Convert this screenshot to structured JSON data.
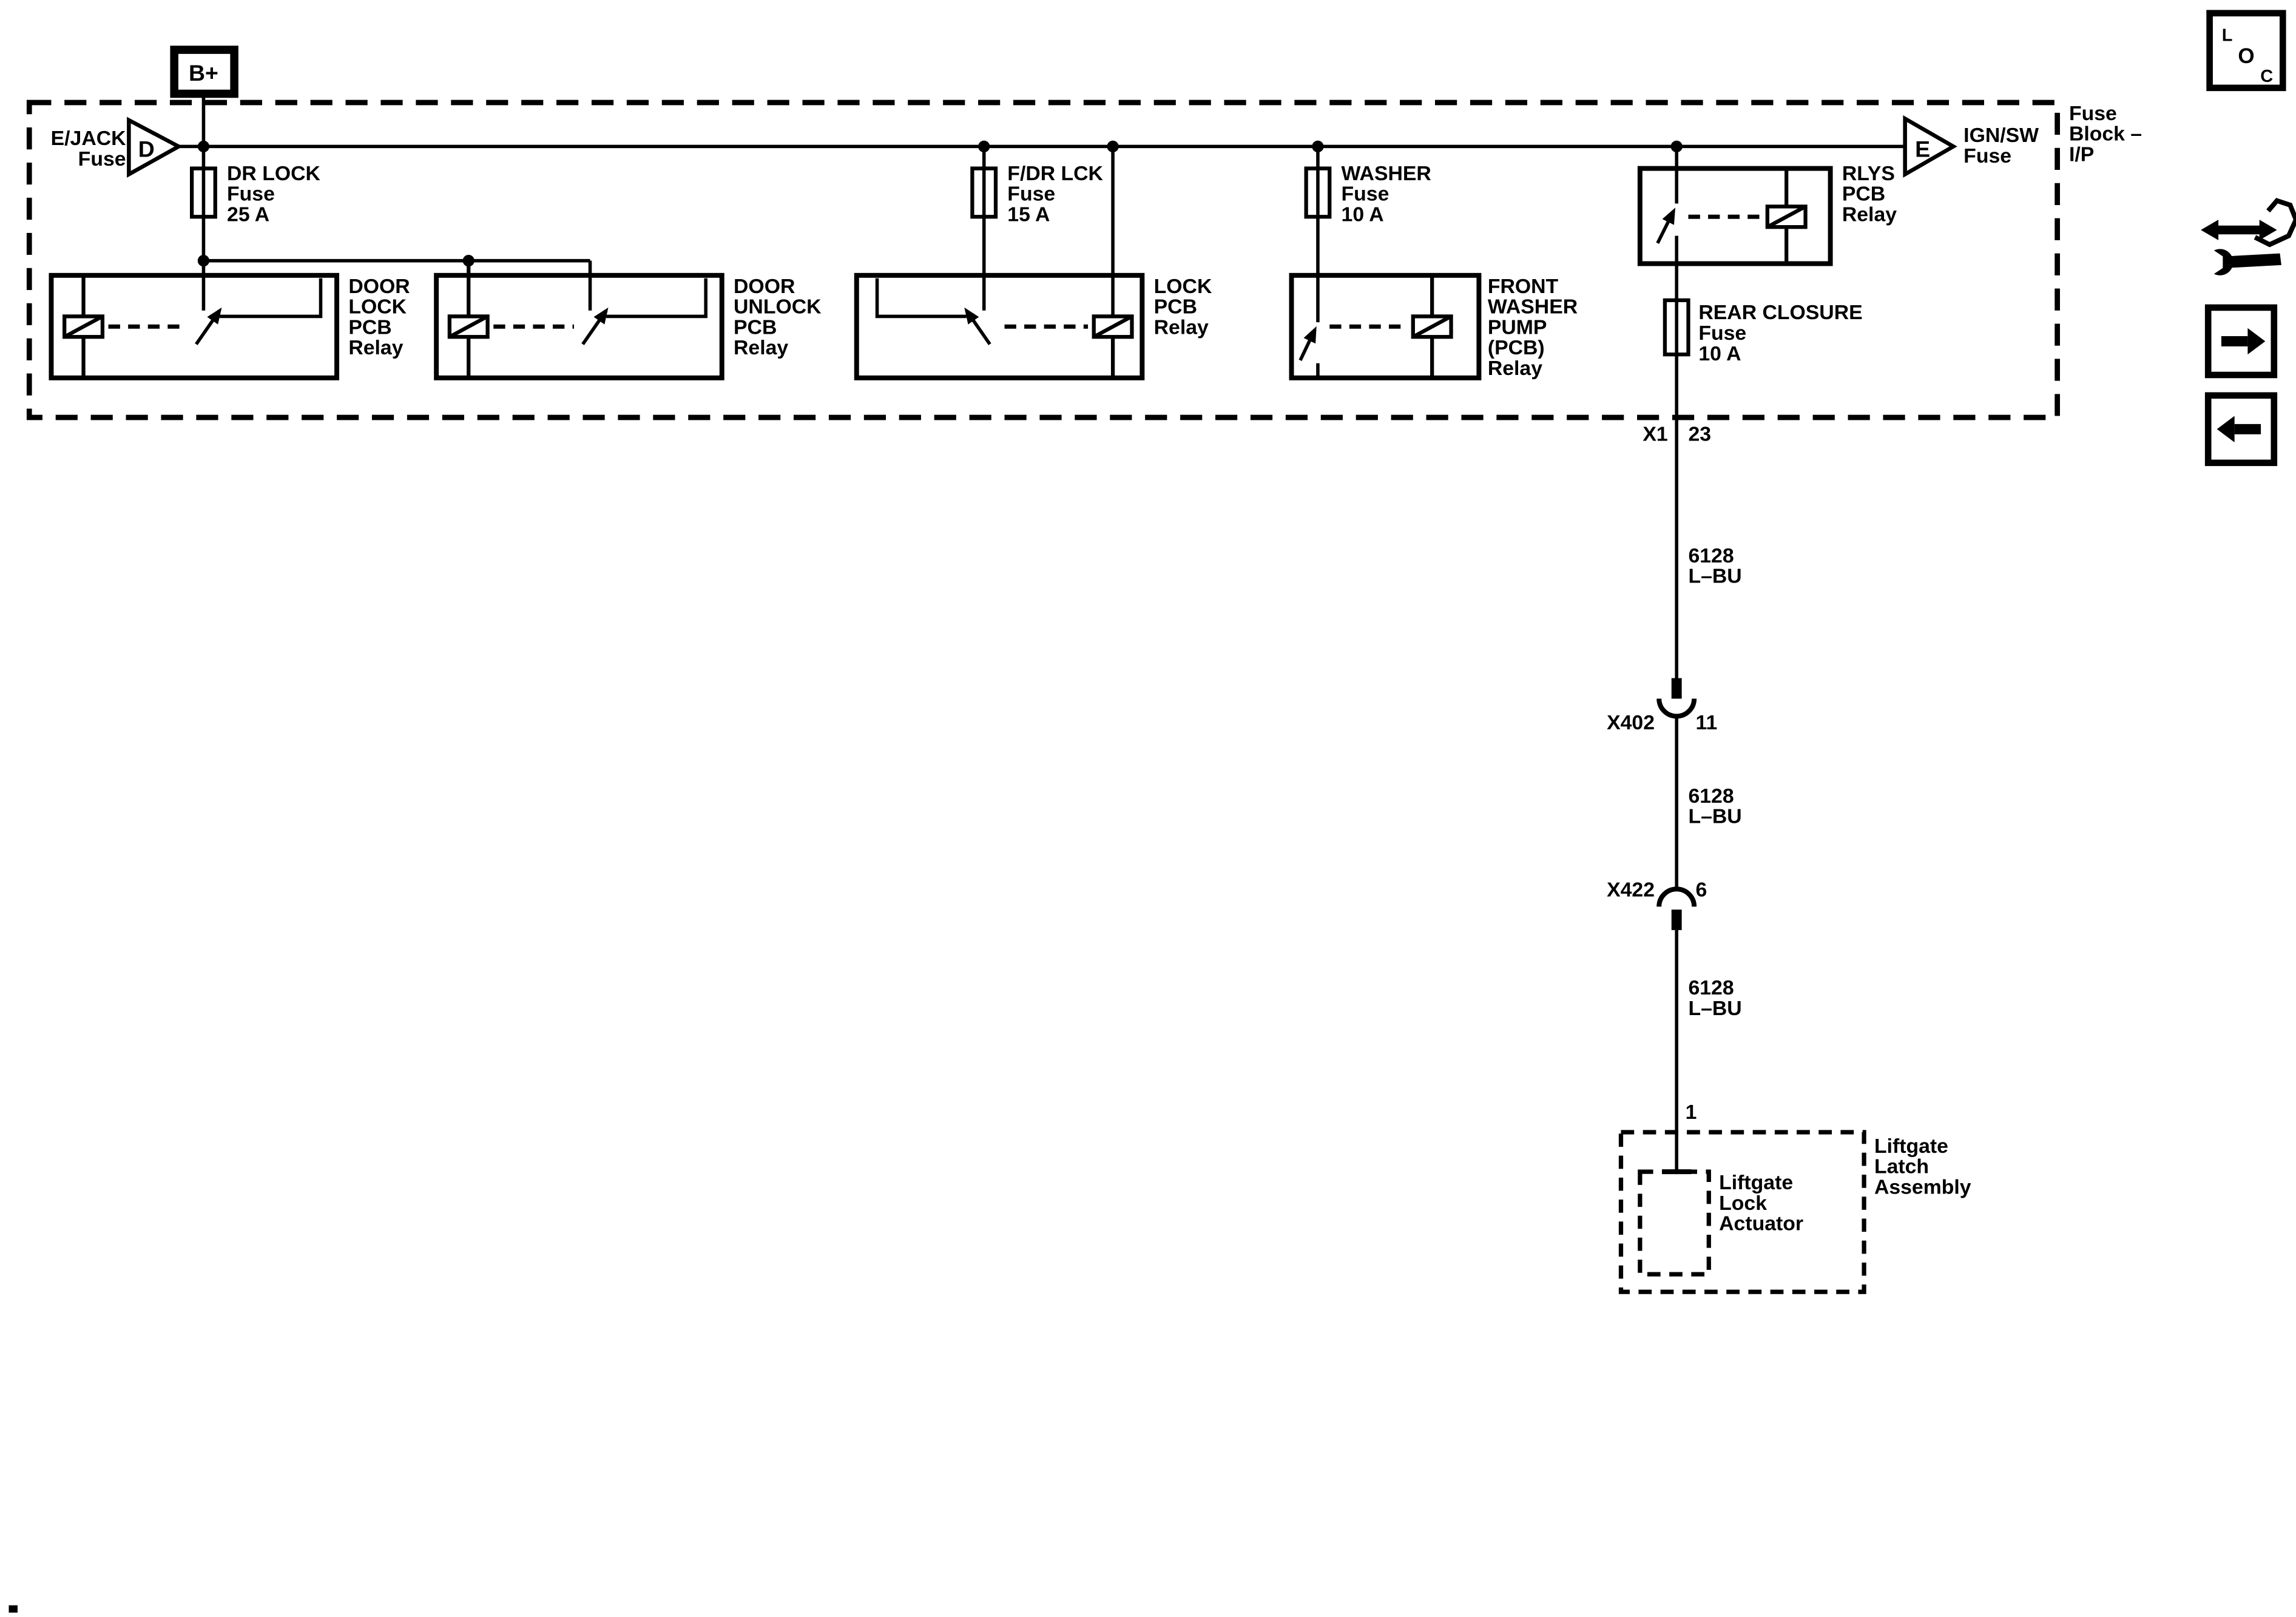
{
  "diagram": {
    "power_terminal": "B+",
    "source_triangle_left": {
      "letter": "D",
      "label": [
        "E/JACK",
        "Fuse"
      ]
    },
    "source_triangle_right": {
      "letter": "E",
      "label": [
        "IGN/SW",
        "Fuse"
      ]
    },
    "fuse_block_label": [
      "Fuse",
      "Block –",
      "I/P"
    ],
    "fuses": {
      "dr_lock": [
        "DR LOCK",
        "Fuse",
        "25 A"
      ],
      "f_dr_lck": [
        "F/DR LCK",
        "Fuse",
        "15 A"
      ],
      "washer": [
        "WASHER",
        "Fuse",
        "10 A"
      ],
      "rear_closure": [
        "REAR CLOSURE",
        "Fuse",
        "10 A"
      ]
    },
    "relays": {
      "door_lock": [
        "DOOR",
        "LOCK",
        "PCB",
        "Relay"
      ],
      "door_unlock": [
        "DOOR",
        "UNLOCK",
        "PCB",
        "Relay"
      ],
      "lock": [
        "LOCK",
        "PCB",
        "Relay"
      ],
      "front_washer": [
        "FRONT",
        "WASHER",
        "PUMP",
        "(PCB)",
        "Relay"
      ],
      "rlys": [
        "RLYS",
        "PCB",
        "Relay"
      ]
    },
    "harness": {
      "x1": {
        "name": "X1",
        "pin": "23"
      },
      "wire1": [
        "6128",
        "L–BU"
      ],
      "x402": {
        "name": "X402",
        "pin": "11"
      },
      "wire2": [
        "6128",
        "L–BU"
      ],
      "x422": {
        "name": "X422",
        "pin": "6"
      },
      "wire3": [
        "6128",
        "L–BU"
      ],
      "pin_liftgate": "1"
    },
    "liftgate": {
      "assembly": [
        "Liftgate",
        "Latch",
        "Assembly"
      ],
      "actuator": [
        "Liftgate",
        "Lock",
        "Actuator"
      ]
    }
  },
  "toolbar": {
    "loc": [
      "L",
      "O",
      "C"
    ]
  },
  "colors": {
    "ink": "#000000",
    "paper": "#ffffff"
  }
}
